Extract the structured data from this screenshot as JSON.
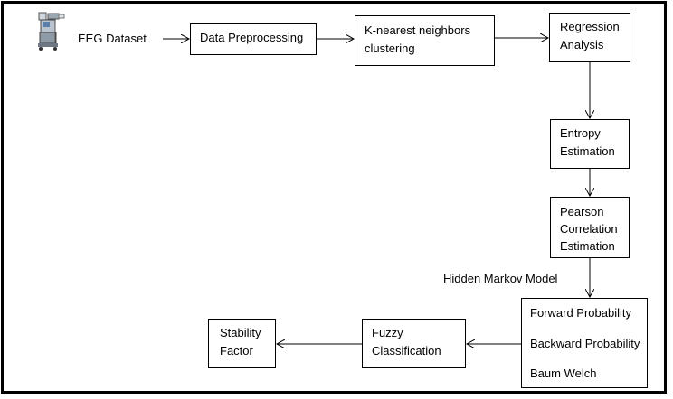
{
  "diagram": {
    "dataset_label": "EEG Dataset",
    "preprocessing": "Data Preprocessing",
    "knn": [
      "K-nearest neighbors",
      "clustering"
    ],
    "regression": [
      "Regression",
      "Analysis"
    ],
    "entropy": [
      "Entropy",
      "Estimation"
    ],
    "pearson": [
      "Pearson",
      "Correlation",
      "Estimation"
    ],
    "hmm_label": "Hidden Markov Model",
    "hmm": [
      "Forward Probability",
      "Backward Probability",
      "Baum Welch"
    ],
    "fuzzy": [
      "Fuzzy",
      "Classification"
    ],
    "stability": [
      "Stability",
      "Factor"
    ]
  },
  "icons": {
    "dataset_icon": "eeg-machine-icon"
  }
}
